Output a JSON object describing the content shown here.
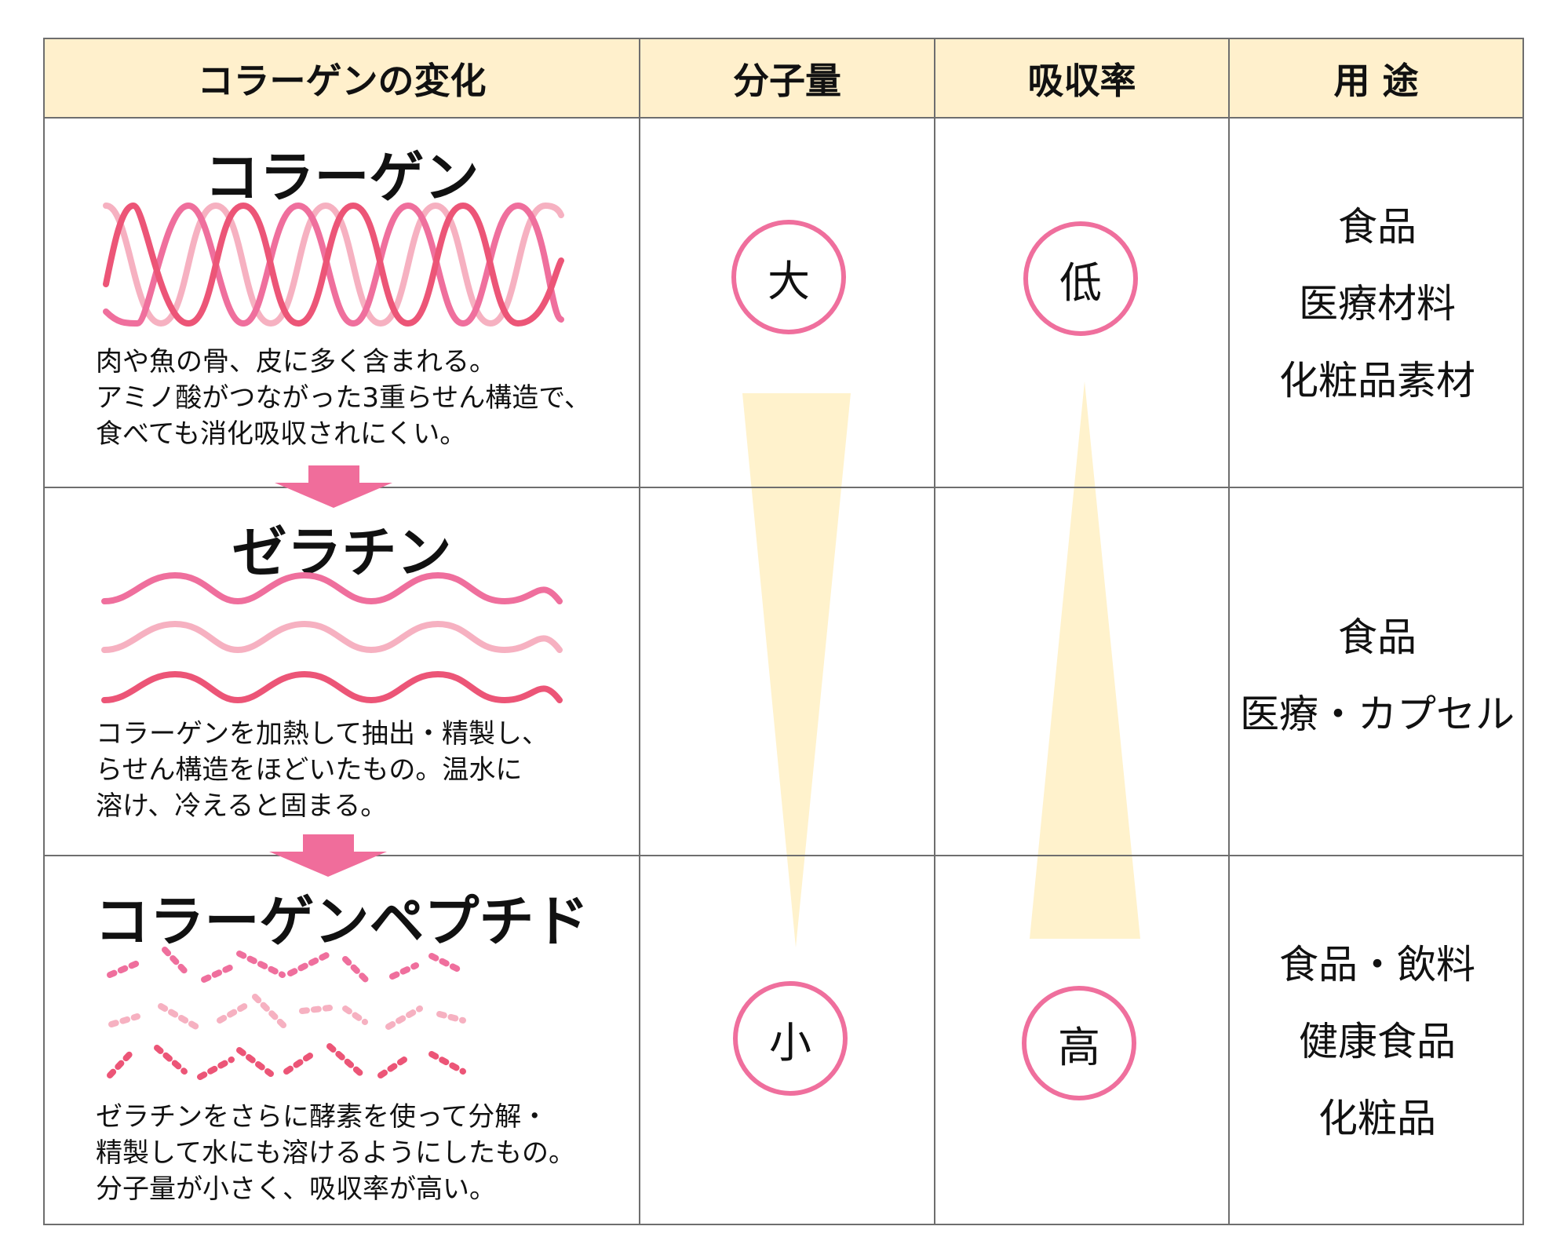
{
  "header": {
    "col1": "コラーゲンの変化",
    "col2": "分子量",
    "col3": "吸収率",
    "col4": "用 途"
  },
  "rows": [
    {
      "title": "コラーゲン",
      "description": "肉や魚の骨、皮に多く含まれる。\nアミノ酸がつながった3重らせん構造で、\n食べても消化吸収されにくい。",
      "illustration": "triple-helix",
      "uses": [
        "食品",
        "医療材料",
        "化粧品素材"
      ]
    },
    {
      "title": "ゼラチン",
      "description": "コラーゲンを加熱して抽出・精製し、\nらせん構造をほどいたもの。温水に\n溶け、冷えると固まる。",
      "illustration": "three-waves",
      "uses": [
        "食品",
        "医療・カプセル"
      ]
    },
    {
      "title": "コラーゲンペプチド",
      "description": "ゼラチンをさらに酵素を使って分解・\n精製して水にも溶けるようにしたもの。\n分子量が小さく、吸収率が高い。",
      "illustration": "dotted-fragments",
      "uses": [
        "食品・飲料",
        "健康食品",
        "化粧品"
      ]
    }
  ],
  "molecular_weight": {
    "top": "大",
    "bottom": "小"
  },
  "absorption": {
    "top": "低",
    "bottom": "高"
  },
  "colors": {
    "header_bg": "#fff0cc",
    "border": "#6e6e6e",
    "pink_dark": "#ec5577",
    "pink_mid": "#ef6f9d",
    "pink_light": "#f6b1c1",
    "wedge": "#fff2cc",
    "arrow": "#f06d9b"
  }
}
